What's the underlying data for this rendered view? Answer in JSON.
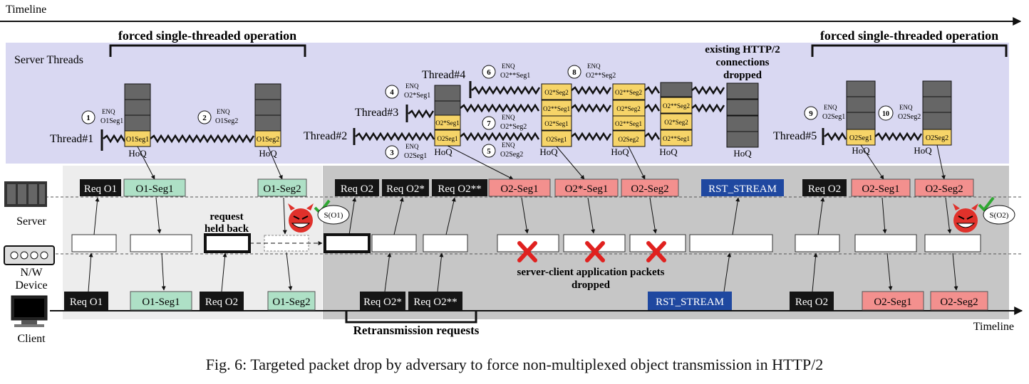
{
  "timeline": {
    "top_label": "Timeline",
    "bottom_label": "Timeline"
  },
  "phase_labels": {
    "left": "forced single-threaded operation",
    "right": "forced single-threaded operation"
  },
  "server_threads_label": "Server Threads",
  "threads": {
    "t1": "Thread#1",
    "t2": "Thread#2",
    "t3": "Thread#3",
    "t4": "Thread#4",
    "t5": "Thread#5"
  },
  "hoq": "HoQ",
  "enq": "ENQ",
  "steps": [
    "1",
    "2",
    "3",
    "4",
    "5",
    "6",
    "7",
    "8",
    "9",
    "10"
  ],
  "step_items": {
    "s1": "O1Seg1",
    "s2": "O1Seg2",
    "s3": "O2Seg1",
    "s4": "O2*Seg1",
    "s5": "O2Seg2",
    "s6": "O2**Seg1",
    "s7": "O2*Seg2",
    "s8": "O2**Seg2",
    "s9": "O2Seg1",
    "s10": "O2Seg2"
  },
  "queue_items": {
    "o1seg1": "O1Seg1",
    "o1seg2": "O1Seg2",
    "o2seg1": "O2Seg1",
    "o2seg2": "O2Seg2",
    "o2s_seg1": "O2*Seg1",
    "o2s_seg2": "O2*Seg2",
    "o2ss_seg1": "O2**Seg1",
    "o2ss_seg2": "O2**Seg2"
  },
  "dropped_connections": [
    "existing HTTP/2",
    "connections",
    "dropped"
  ],
  "devices": {
    "server": "Server",
    "network": [
      "N/W",
      "Device"
    ],
    "client": "Client"
  },
  "server_row": {
    "req_o1": "Req O1",
    "o1_seg1": "O1-Seg1",
    "o1_seg2": "O1-Seg2",
    "req_o2": "Req O2",
    "req_o2s": "Req O2*",
    "req_o2ss": "Req O2**",
    "o2_seg1": "O2-Seg1",
    "o2s_seg1": "O2*-Seg1",
    "o2_seg2": "O2-Seg2",
    "rst": "RST_STREAM",
    "req_o2_b": "Req O2",
    "o2_seg1_b": "O2-Seg1",
    "o2_seg2_b": "O2-Seg2"
  },
  "client_row": {
    "req_o1": "Req O1",
    "o1_seg1": "O1-Seg1",
    "req_o2": "Req O2",
    "o1_seg2": "O1-Seg2",
    "req_o2s": "Req O2*",
    "req_o2ss": "Req O2**",
    "rst": "RST_STREAM",
    "req_o2_b": "Req O2",
    "o2_seg1": "O2-Seg1",
    "o2_seg2": "O2-Seg2"
  },
  "request_held_back": [
    "request",
    "held back"
  ],
  "packets_dropped": [
    "server-client application packets",
    "dropped"
  ],
  "retransmission": "Retransmission requests",
  "signal_1": "S(O1)",
  "signal_2": "S(O2)",
  "caption": "Fig. 6: Targeted packet drop by adversary to force non-multiplexed object transmission in HTTP/2",
  "colors": {
    "green": "#aee0c6",
    "red": "#f3908e",
    "blue": "#1f48a0",
    "black": "#151515",
    "yellow": "#f6d468",
    "lavender": "#d9d8f2",
    "gray_region": "#c7c7c7",
    "light_region": "#eeeeee"
  }
}
